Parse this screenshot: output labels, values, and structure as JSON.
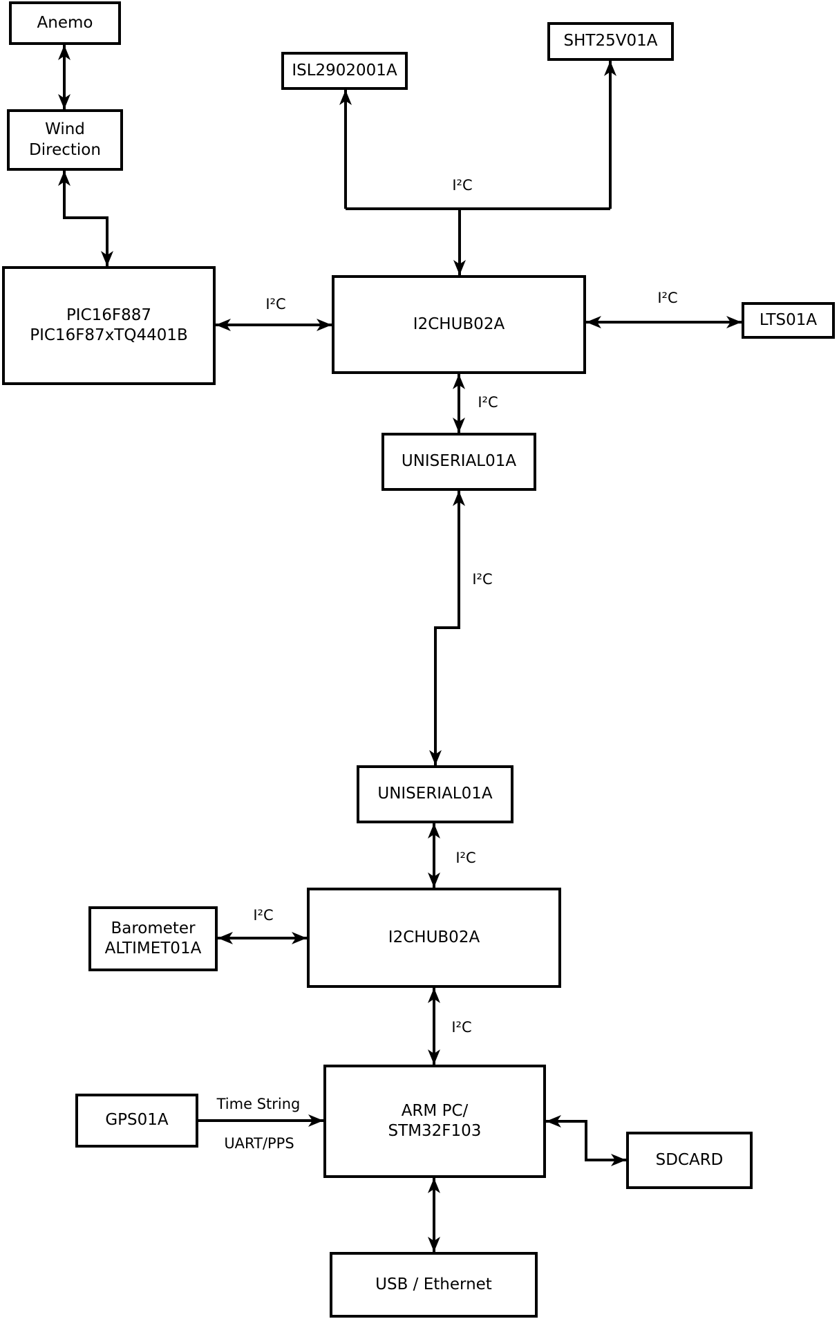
{
  "diagram": {
    "kind": "hardware-block-diagram",
    "background_color": "#ffffff",
    "line_color": "#000000",
    "nodes": {
      "anemo": {
        "label": "Anemo"
      },
      "wind_direction": {
        "label": "Wind\nDirection"
      },
      "pic16f887": {
        "label": "PIC16F887\nPIC16F87xTQ4401B"
      },
      "isl2902001a": {
        "label": "ISL2902001A"
      },
      "sht25v01a": {
        "label": "SHT25V01A"
      },
      "i2chub02a_top": {
        "label": "I2CHUB02A"
      },
      "lts01a": {
        "label": "LTS01A"
      },
      "uniserial01a_upper": {
        "label": "UNISERIAL01A"
      },
      "uniserial01a_lower": {
        "label": "UNISERIAL01A"
      },
      "i2chub02a_bottom": {
        "label": "I2CHUB02A"
      },
      "barometer_altimet01a": {
        "label": "Barometer\nALTIMET01A"
      },
      "gps01a": {
        "label": "GPS01A"
      },
      "arm_pc_stm32f103": {
        "label": "ARM PC/\nSTM32F103"
      },
      "sdcard": {
        "label": "SDCARD"
      },
      "usb_ethernet": {
        "label": "USB / Ethernet"
      }
    },
    "edges": {
      "anemo_wind": {
        "from": "Anemo",
        "to": "Wind Direction",
        "label": "",
        "arrows": "bidirectional"
      },
      "wind_pic": {
        "from": "Wind Direction",
        "to": "PIC16F887",
        "label": "",
        "arrows": "bidirectional"
      },
      "hub_top_isl_sht": {
        "from": "I2CHUB02A (top)",
        "to": "ISL2902001A, SHT25V01A",
        "label": "I²C",
        "arrows": "rail with arrowheads at sensors and hub"
      },
      "pic_hub_top": {
        "from": "PIC16F887",
        "to": "I2CHUB02A (top)",
        "label": "I²C",
        "arrows": "bidirectional"
      },
      "hub_top_lts": {
        "from": "I2CHUB02A (top)",
        "to": "LTS01A",
        "label": "I²C",
        "arrows": "bidirectional"
      },
      "hub_top_uniserial_upper": {
        "from": "I2CHUB02A (top)",
        "to": "UNISERIAL01A (upper)",
        "label": "I²C",
        "arrows": "bidirectional"
      },
      "uniserial_upper_lower": {
        "from": "UNISERIAL01A (upper)",
        "to": "UNISERIAL01A (lower)",
        "label": "I²C",
        "arrows": "bidirectional"
      },
      "uniserial_lower_hub_bottom": {
        "from": "UNISERIAL01A (lower)",
        "to": "I2CHUB02A (bottom)",
        "label": "I²C",
        "arrows": "bidirectional"
      },
      "barometer_hub_bottom": {
        "from": "Barometer ALTIMET01A",
        "to": "I2CHUB02A (bottom)",
        "label": "I²C",
        "arrows": "bidirectional"
      },
      "hub_bottom_arm": {
        "from": "I2CHUB02A (bottom)",
        "to": "ARM PC/STM32F103",
        "label": "I²C",
        "arrows": "bidirectional"
      },
      "gps_arm": {
        "from": "GPS01A",
        "to": "ARM PC/STM32F103",
        "label_top": "Time String",
        "label_bottom": "UART/PPS",
        "arrows": "to ARM"
      },
      "arm_sdcard": {
        "from": "ARM PC/STM32F103",
        "to": "SDCARD",
        "label": "",
        "arrows": "bidirectional"
      },
      "arm_usb": {
        "from": "ARM PC/STM32F103",
        "to": "USB / Ethernet",
        "label": "",
        "arrows": "bidirectional"
      }
    }
  }
}
